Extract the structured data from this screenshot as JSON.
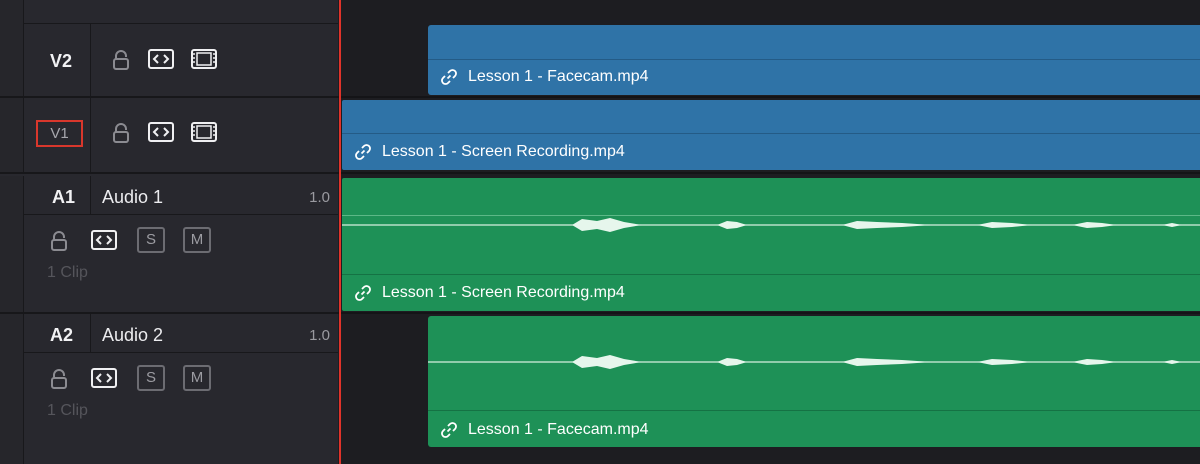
{
  "tracks": {
    "v2": {
      "name": "V2"
    },
    "v1": {
      "name": "V1"
    },
    "a1": {
      "name": "A1",
      "label": "Audio 1",
      "level": "1.0",
      "clip_count": "1 Clip",
      "solo": "S",
      "mute": "M"
    },
    "a2": {
      "name": "A2",
      "label": "Audio 2",
      "level": "1.0",
      "clip_count": "1 Clip",
      "solo": "S",
      "mute": "M"
    }
  },
  "clips": {
    "v2": "Lesson 1 - Facecam.mp4",
    "v1": "Lesson 1 - Screen Recording.mp4",
    "a1": "Lesson 1 - Screen Recording.mp4",
    "a2": "Lesson 1 - Facecam.mp4"
  },
  "colors": {
    "video_clip": "#2f73a7",
    "audio_clip": "#1e9157",
    "playhead": "#e0332a",
    "selected_track_outline": "#d9372c"
  },
  "icons": [
    "lock-icon",
    "auto-select-icon",
    "film-icon",
    "link-icon"
  ]
}
